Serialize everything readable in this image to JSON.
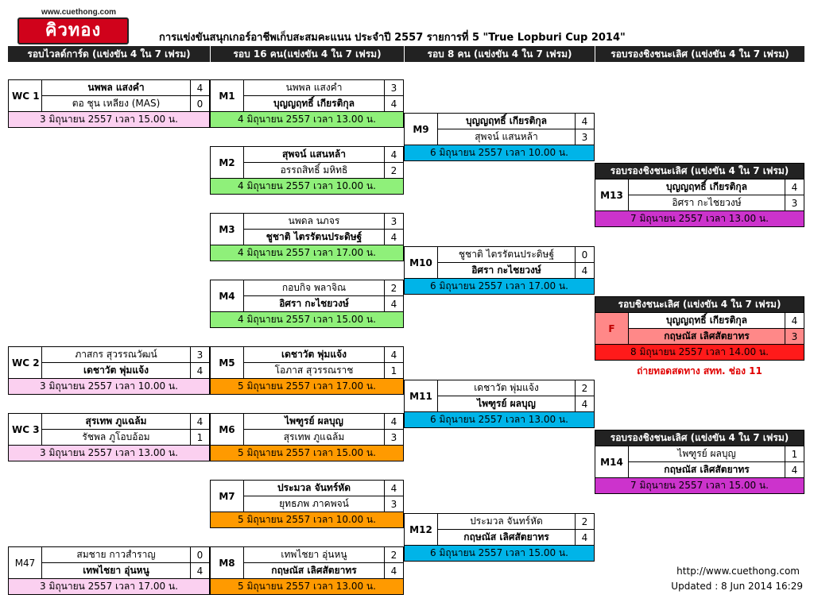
{
  "logo": {
    "url": "www.cuethong.com",
    "mark": "คิวทอง"
  },
  "title": "การแข่งขันสนุกเกอร์อาชีพเก็บสะสมคะแนน ประจำปี 2557 รายการที่ 5 \"True Lopburi Cup 2014\"",
  "headers": [
    "รอบไวลด์การ์ด (แข่งขัน 4 ใน 7 เฟรม)",
    "รอบ 16 คน(แข่งขัน 4 ใน 7 เฟรม)",
    "รอบ 8 คน (แข่งขัน 4 ใน 7 เฟรม)",
    "รอบรองชิงชนะเลิศ (แข่งขัน 4 ใน 7 เฟรม)"
  ],
  "matches": {
    "wc1": {
      "id": "WC 1",
      "p1": "นพพล แสงคำ",
      "s1": "4",
      "p2": "ตอ ชุน เหลียง (MAS)",
      "s2": "0",
      "date": "3 มิถุนายน 2557 เวลา 15.00 น."
    },
    "wc2": {
      "id": "WC 2",
      "p1": "ภาสกร สุวรรณวัฒน์",
      "s1": "3",
      "p2": "เดชาวัต พุ่มแจ้ง",
      "s2": "4",
      "date": "3 มิถุนายน 2557 เวลา 10.00 น."
    },
    "wc3": {
      "id": "WC 3",
      "p1": "สุรเทพ ภูแฉล้ม",
      "s1": "4",
      "p2": "รัชพล ภูโอบอ้อม",
      "s2": "1",
      "date": "3 มิถุนายน 2557 เวลา 13.00 น."
    },
    "m47": {
      "id": "M47",
      "p1": "สมชาย กาวสำราญ",
      "s1": "0",
      "p2": "เทพไชยา อุ่นหนู",
      "s2": "4",
      "date": "3 มิถุนายน 2557 เวลา 17.00 น."
    },
    "m1": {
      "id": "M1",
      "p1": "นพพล แสงคำ",
      "s1": "3",
      "p2": "บุญญฤทธิ์ เกียรติกุล",
      "s2": "4",
      "date": "4 มิถุนายน 2557 เวลา 13.00 น."
    },
    "m2": {
      "id": "M2",
      "p1": "สุพจน์ แสนหล้า",
      "s1": "4",
      "p2": "อรรถสิทธิ์ มหิทธิ",
      "s2": "2",
      "date": "4 มิถุนายน 2557 เวลา 10.00 น."
    },
    "m3": {
      "id": "M3",
      "p1": "นพดล นภจร",
      "s1": "3",
      "p2": "ชูชาติ ไตรรัตนประดิษฐ์",
      "s2": "4",
      "date": "4 มิถุนายน 2557 เวลา 17.00 น."
    },
    "m4": {
      "id": "M4",
      "p1": "กอบกิจ พลาจิณ",
      "s1": "2",
      "p2": "อิศรา กะไชยวงษ์",
      "s2": "4",
      "date": "4 มิถุนายน 2557 เวลา 15.00 น."
    },
    "m5": {
      "id": "M5",
      "p1": "เดชาวัต พุ่มแจ้ง",
      "s1": "4",
      "p2": "โอภาส สุวรรณราช",
      "s2": "1",
      "date": "5 มิถุนายน 2557 เวลา 17.00 น."
    },
    "m6": {
      "id": "M6",
      "p1": "ไพฑูรย์ ผลบุญ",
      "s1": "4",
      "p2": "สุรเทพ ภูแฉล้ม",
      "s2": "3",
      "date": "5 มิถุนายน 2557 เวลา 15.00 น."
    },
    "m7": {
      "id": "M7",
      "p1": "ประมวล จันทร์หัด",
      "s1": "4",
      "p2": "ยุทธภพ ภาคพจน์",
      "s2": "3",
      "date": "5 มิถุนายน 2557 เวลา 10.00 น."
    },
    "m8": {
      "id": "M8",
      "p1": "เทพไชยา อุ่นหนู",
      "s1": "2",
      "p2": "กฤษณัส เลิศสัตยาทร",
      "s2": "4",
      "date": "5 มิถุนายน 2557 เวลา 13.00 น."
    },
    "m9": {
      "id": "M9",
      "p1": "บุญญฤทธิ์ เกียรติกุล",
      "s1": "4",
      "p2": "สุพจน์ แสนหล้า",
      "s2": "3",
      "date": "6 มิถุนายน 2557 เวลา 10.00 น."
    },
    "m10": {
      "id": "M10",
      "p1": "ชูชาติ ไตรรัตนประดิษฐ์",
      "s1": "0",
      "p2": "อิศรา กะไชยวงษ์",
      "s2": "4",
      "date": "6 มิถุนายน 2557 เวลา 17.00 น."
    },
    "m11": {
      "id": "M11",
      "p1": "เดชาวัต พุ่มแจ้ง",
      "s1": "2",
      "p2": "ไพฑูรย์ ผลบุญ",
      "s2": "4",
      "date": "6 มิถุนายน 2557 เวลา 13.00 น."
    },
    "m12": {
      "id": "M12",
      "p1": "ประมวล จันทร์หัด",
      "s1": "2",
      "p2": "กฤษณัส เลิศสัตยาทร",
      "s2": "4",
      "date": "6 มิถุนายน 2557 เวลา 15.00 น."
    },
    "m13": {
      "label": "รอบรองชิงชนะเลิศ (แข่งขัน 4 ใน 7 เฟรม)",
      "id": "M13",
      "p1": "บุญญฤทธิ์ เกียรติกุล",
      "s1": "4",
      "p2": "อิศรา กะไชยวงษ์",
      "s2": "3",
      "date": "7 มิถุนายน 2557 เวลา 13.00 น."
    },
    "m14": {
      "label": "รอบรองชิงชนะเลิศ (แข่งขัน 4 ใน 7 เฟรม)",
      "id": "M14",
      "p1": "ไพฑูรย์ ผลบุญ",
      "s1": "1",
      "p2": "กฤษณัส เลิศสัตยาทร",
      "s2": "4",
      "date": "7 มิถุนายน 2557 เวลา 15.00 น."
    },
    "final": {
      "label": "รอบชิงชนะเลิศ (แข่งขัน 4 ใน 7 เฟรม)",
      "id": "F",
      "p1": "บุญญฤทธิ์ เกียรติกุล",
      "s1": "4",
      "p2": "กฤษณัส เลิศสัตยาทร",
      "s2": "3",
      "date": "8 มิถุนายน 2557 เวลา 14.00 น.",
      "broadcast": "ถ่ายทอดสดทาง สทท. ช่อง 11"
    }
  },
  "footer": {
    "url": "http://www.cuethong.com",
    "updated": "Updated : 8 Jun 2014 16:29"
  },
  "colors": {
    "header": "#222222",
    "wildcard_date": "#fbd0f0",
    "r16_day4": "#8ff07a",
    "r16_day5": "#ff9a00",
    "qf": "#00b4e8",
    "sf": "#cc33cc",
    "final": "#ff1a1a"
  }
}
